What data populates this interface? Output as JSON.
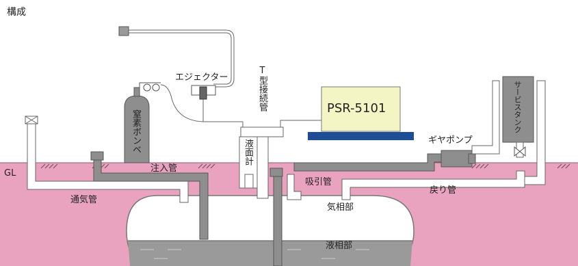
{
  "title": "構成",
  "labels": {
    "ejector": "エジェクター",
    "t_joint": "T型接続管",
    "nitrogen": "窒素ボンベ",
    "level_gauge": "液面計",
    "ground": "GL",
    "injection_pipe": "注入管",
    "vent_pipe": "通気管",
    "suction_pipe": "吸引管",
    "gas_phase": "気相部",
    "liquid_phase": "液相部",
    "return_pipe": "戻り管",
    "gear_pump": "ギヤポンプ",
    "service_tank": "サービスタンク",
    "model": "PSR-5101"
  },
  "colors": {
    "ground": "#e9a3bf",
    "pipe_gray": "#8e8e8e",
    "pipe_white": "#ffffff",
    "outline": "#666666",
    "unit_fill": "#f3f6c4",
    "unit_base": "#1f4e96",
    "liquid": "#9a9a9a"
  }
}
